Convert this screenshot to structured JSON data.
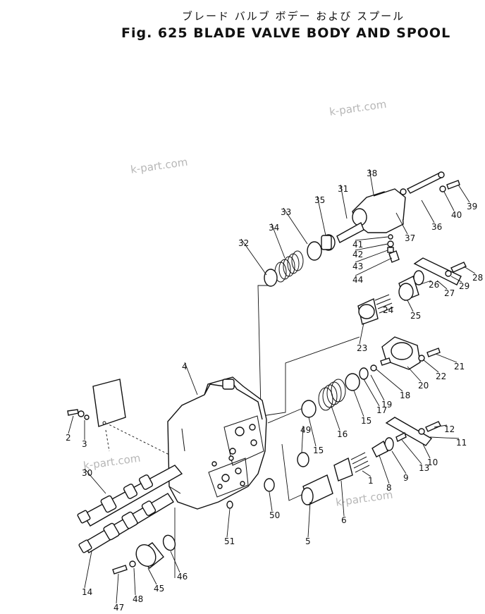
{
  "title_jp": "ブレード バルブ ボデー および スプール",
  "title_en": "Fig. 625 BLADE VALVE BODY AND SPOOL",
  "watermarks": [
    "k-part.com",
    "k-part.com",
    "k-part.com",
    "k-part.com"
  ],
  "part_numbers": [
    "1",
    "2",
    "3",
    "4",
    "5",
    "6",
    "8",
    "9",
    "10",
    "11",
    "12",
    "13",
    "14",
    "15",
    "15",
    "16",
    "17",
    "18",
    "19",
    "20",
    "21",
    "22",
    "23",
    "24",
    "25",
    "26",
    "27",
    "28",
    "29",
    "30",
    "31",
    "32",
    "33",
    "34",
    "35",
    "36",
    "37",
    "38",
    "39",
    "40",
    "41",
    "42",
    "43",
    "44",
    "45",
    "46",
    "47",
    "48",
    "49",
    "50",
    "51"
  ]
}
